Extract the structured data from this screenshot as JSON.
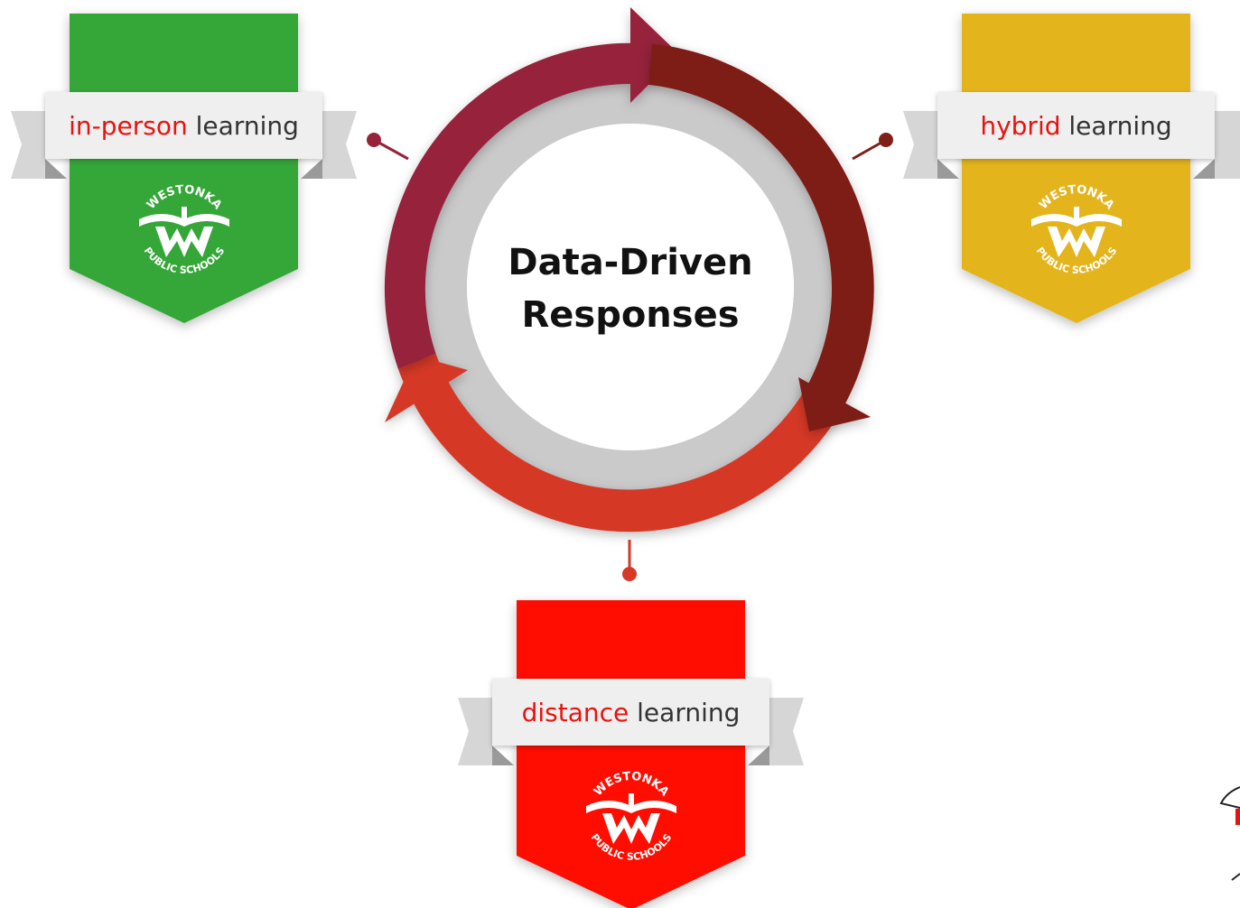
{
  "center": {
    "line1": "Data-Driven",
    "line2": "Responses"
  },
  "badges": [
    {
      "id": "in-person",
      "accent_word": "in-person",
      "rest_word": "learning",
      "color": "#34a637"
    },
    {
      "id": "hybrid",
      "accent_word": "hybrid",
      "rest_word": "learning",
      "color": "#e4b41d"
    },
    {
      "id": "distance",
      "accent_word": "distance",
      "rest_word": "learning",
      "color": "#fe0f03"
    }
  ],
  "logo": {
    "top_text": "WESTONKA",
    "bottom_text": "PUBLIC SCHOOLS",
    "icon": "open-book-w-icon"
  },
  "colors": {
    "arrow_crimson": "#96233a",
    "arrow_maroon": "#7e1f18",
    "arrow_red": "#d63727",
    "inner_ring": "#cacaca",
    "accent_text": "#e8130f"
  }
}
